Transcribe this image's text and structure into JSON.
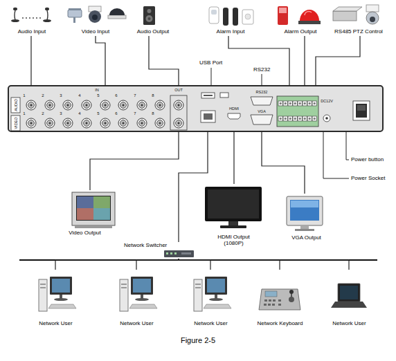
{
  "diagram": {
    "caption": "Figure 2-5",
    "nodes": [
      {
        "text": [
          "Audio Input"
        ]
      },
      {
        "text": [
          "Video Input"
        ]
      },
      {
        "text": [
          "Audio Output"
        ]
      },
      {
        "text": [
          "Alarm Input"
        ]
      },
      {
        "text": [
          "Alarm Output"
        ]
      },
      {
        "text": [
          "RS485 PTZ Control"
        ]
      },
      {
        "text": [
          "AUDIO",
          "VIDEO",
          "IN",
          "OUT",
          "RS232",
          "HDMI",
          "VGA",
          "DC12V"
        ]
      },
      {
        "text": [
          "Video Output"
        ]
      },
      {
        "text": [
          "HDMI Output (1080P)"
        ]
      },
      {
        "text": [
          "VGA Output"
        ]
      },
      {
        "text": [
          "Network Switcher"
        ]
      },
      {
        "text": [
          "Network User"
        ]
      },
      {
        "text": [
          "Network User"
        ]
      },
      {
        "text": [
          "Network User"
        ]
      },
      {
        "text": [
          "Network Keyboard"
        ]
      },
      {
        "text": [
          "Network User"
        ]
      }
    ],
    "edges": [
      {
        "from": 0,
        "to": 6,
        "arrow": "none"
      },
      {
        "from": 1,
        "to": 6,
        "arrow": "none"
      },
      {
        "from": 2,
        "to": 6,
        "arrow": "none"
      },
      {
        "from": 3,
        "to": 6,
        "arrow": "none"
      },
      {
        "from": 4,
        "to": 6,
        "arrow": "none"
      },
      {
        "from": 5,
        "to": 6,
        "arrow": "none"
      },
      {
        "from": 6,
        "to": 7,
        "arrow": "none"
      },
      {
        "from": 6,
        "to": 8,
        "arrow": "none"
      },
      {
        "from": 6,
        "to": 9,
        "arrow": "none"
      },
      {
        "from": 6,
        "to": 10,
        "arrow": "none"
      },
      {
        "from": 10,
        "to": 11,
        "arrow": "none"
      },
      {
        "from": 10,
        "to": 12,
        "arrow": "none"
      },
      {
        "from": 10,
        "to": 13,
        "arrow": "none"
      },
      {
        "from": 10,
        "to": 14,
        "arrow": "none"
      },
      {
        "from": 10,
        "to": 15,
        "arrow": "none"
      }
    ],
    "labels": [
      "USB Port",
      "RS232",
      "Power button",
      "Power Socket",
      "1",
      "2",
      "3",
      "4",
      "5",
      "6",
      "7",
      "8",
      "1",
      "2",
      "3",
      "4",
      "5",
      "6",
      "7",
      "8"
    ]
  }
}
